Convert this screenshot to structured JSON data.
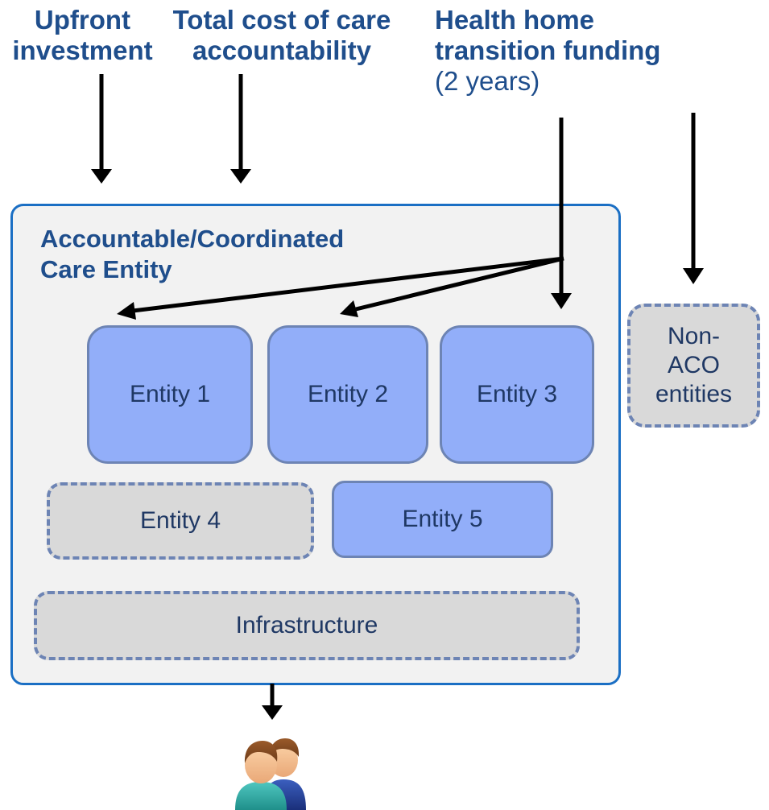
{
  "labels": {
    "upfront_line1": "Upfront",
    "upfront_line2": "investment",
    "total_line1": "Total cost of care",
    "total_line2": "accountability",
    "health_line1": "Health home",
    "health_line2": "transition funding",
    "health_line3": "(2 years)"
  },
  "aco": {
    "title_line1": "Accountable/Coordinated",
    "title_line2": "Care Entity"
  },
  "entities": {
    "e1": "Entity 1",
    "e2": "Entity 2",
    "e3": "Entity 3",
    "e4": "Entity 4",
    "e5": "Entity 5",
    "infrastructure": "Infrastructure"
  },
  "non_aco": {
    "line1": "Non-",
    "line2": "ACO",
    "line3": "entities"
  },
  "icons": {
    "people": "people-icon"
  },
  "colors": {
    "text": "#1f4e8c",
    "box_border": "#1b6fc4",
    "solid_entity": "#92aef9",
    "dashed_entity": "#d9d9d9"
  }
}
